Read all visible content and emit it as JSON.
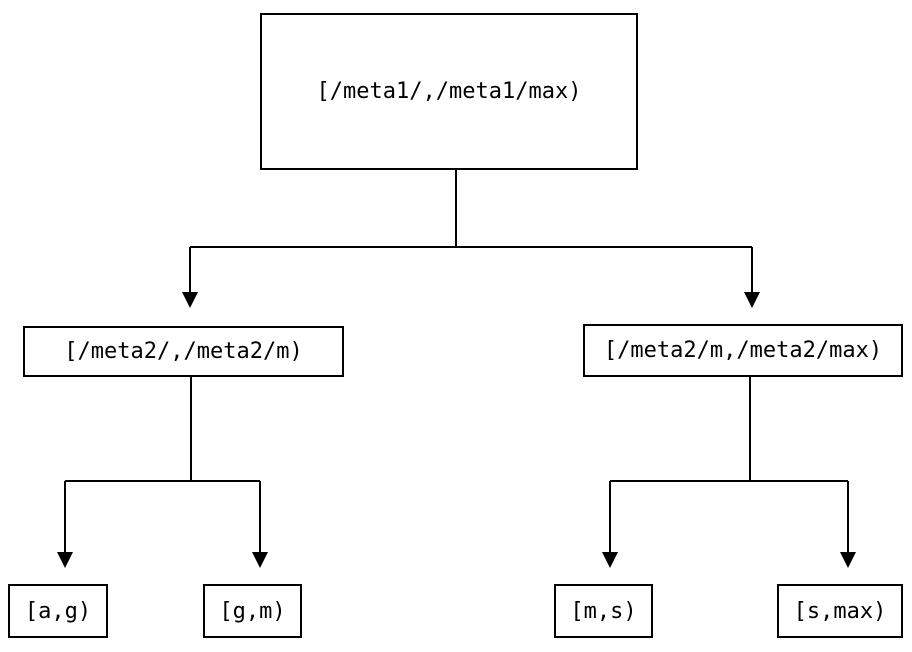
{
  "diagram": {
    "type": "tree",
    "description": "Range partition tree",
    "colors": {
      "background": "#ffffff",
      "line": "#000000",
      "box_border": "#000000",
      "box_fill": "#ffffff",
      "text": "#000000"
    },
    "nodes": {
      "root": {
        "label": "[/meta1/,/meta1/max)"
      },
      "mid_left": {
        "label": "[/meta2/,/meta2/m)"
      },
      "mid_right": {
        "label": "[/meta2/m,/meta2/max)"
      },
      "leaf_ag": {
        "label": "[a,g)"
      },
      "leaf_gm": {
        "label": "[g,m)"
      },
      "leaf_ms": {
        "label": "[m,s)"
      },
      "leaf_smax": {
        "label": "[s,max)"
      }
    },
    "edges": [
      {
        "from": "root",
        "to": "mid_left"
      },
      {
        "from": "root",
        "to": "mid_right"
      },
      {
        "from": "mid_left",
        "to": "leaf_ag"
      },
      {
        "from": "mid_left",
        "to": "leaf_gm"
      },
      {
        "from": "mid_right",
        "to": "leaf_ms"
      },
      {
        "from": "mid_right",
        "to": "leaf_smax"
      }
    ]
  }
}
